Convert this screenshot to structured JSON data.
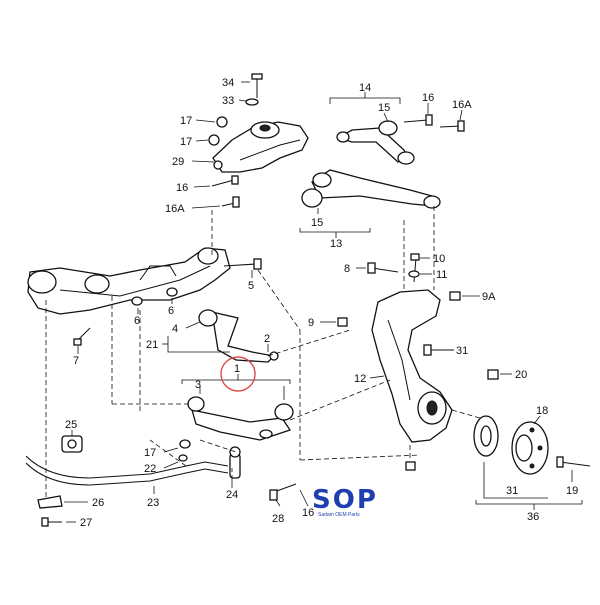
{
  "diagram": {
    "callouts": {
      "c34": "34",
      "c33": "33",
      "c17a": "17",
      "c17b": "17",
      "c29": "29",
      "c16a": "16",
      "c16Aa": "16A",
      "c14": "14",
      "c15a": "15",
      "c16b": "16",
      "c16Ab": "16A",
      "c15b": "15",
      "c13": "13",
      "c10": "10",
      "c8": "8",
      "c11": "11",
      "c9A": "9A",
      "c9": "9",
      "c5": "5",
      "c6a": "6",
      "c6b": "6",
      "c4": "4",
      "c21": "21",
      "c7": "7",
      "c2": "2",
      "c1": "1",
      "c3": "3",
      "c31a": "31",
      "c12": "12",
      "c20": "20",
      "c18": "18",
      "c25": "25",
      "c17c": "17",
      "c22": "22",
      "c26": "26",
      "c27": "27",
      "c23": "23",
      "c24": "24",
      "c28": "28",
      "c16c": "16",
      "c31b": "31",
      "c19": "19",
      "c36": "36"
    },
    "watermark": {
      "letters": "SOP",
      "tagline": "Sadam OEM Parts"
    },
    "colors": {
      "line": "#111111",
      "watermark": "#1f3fb0",
      "highlight_circle": "#e04a4a"
    },
    "highlight": {
      "label": "1",
      "shape": "circle"
    }
  }
}
